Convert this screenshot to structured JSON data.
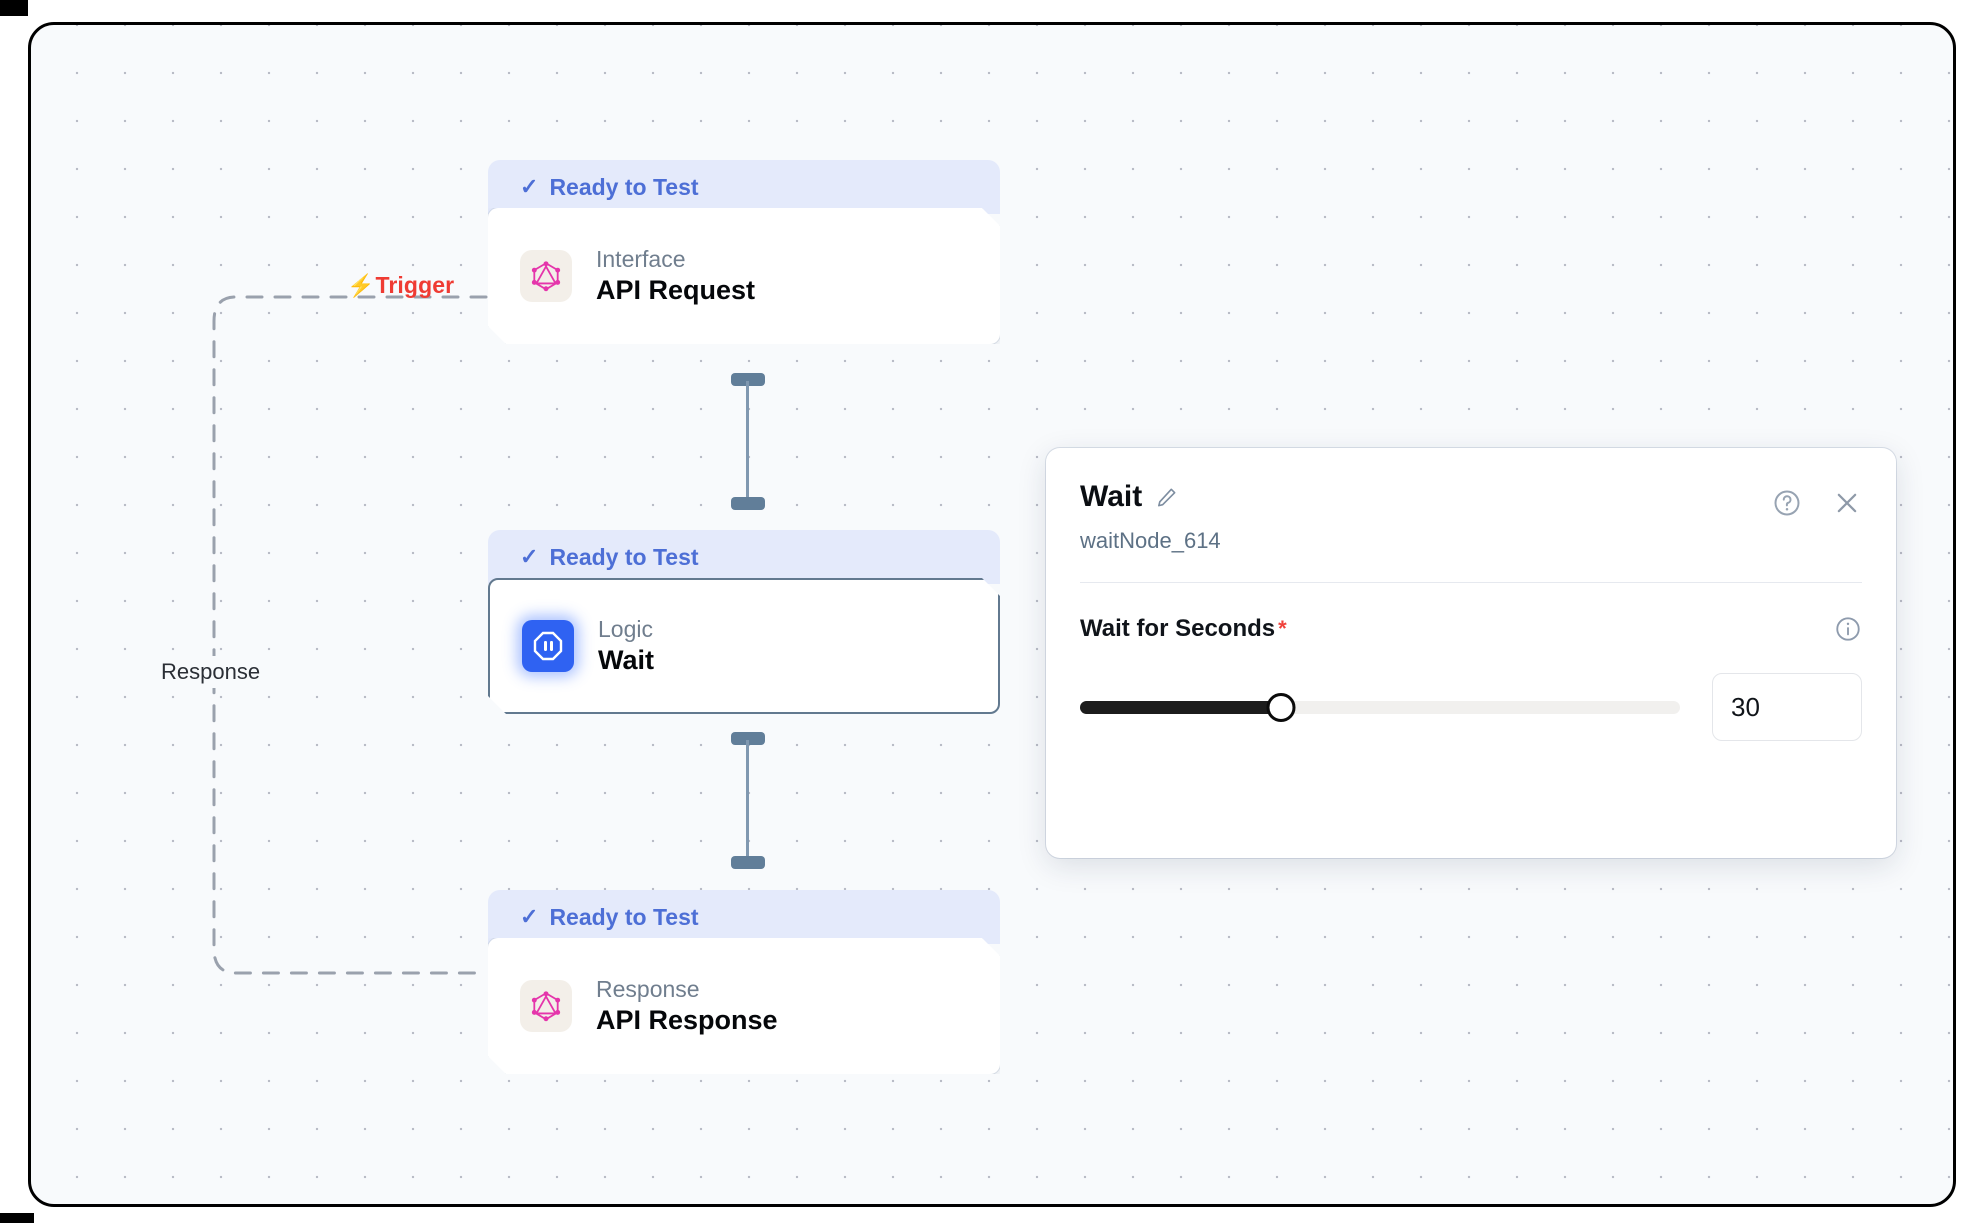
{
  "canvas": {
    "background_color": "#f8fafc",
    "grid": "dot-grid",
    "border_color": "#000000"
  },
  "edges": {
    "trigger_label": "Trigger",
    "trigger_icon": "lightning-bolt-icon",
    "trigger_color": "#ef3b33",
    "response_label": "Response",
    "dashed_color": "#9aa1ad"
  },
  "nodes": [
    {
      "status": "Ready to Test",
      "status_icon": "check-icon",
      "status_color": "#4d6fd6",
      "status_bg": "#e4eafb",
      "kind": "Interface",
      "title": "API Request",
      "icon": "graphql-icon",
      "icon_color": "#e535ab",
      "icon_bg": "#f3efe9",
      "selected": false
    },
    {
      "status": "Ready to Test",
      "status_icon": "check-icon",
      "status_color": "#4d6fd6",
      "status_bg": "#e4eafb",
      "kind": "Logic",
      "title": "Wait",
      "icon": "pause-octagon-icon",
      "icon_color": "#ffffff",
      "icon_bg": "#2f62f2",
      "selected": true
    },
    {
      "status": "Ready to Test",
      "status_icon": "check-icon",
      "status_color": "#4d6fd6",
      "status_bg": "#e4eafb",
      "kind": "Response",
      "title": "API Response",
      "icon": "graphql-icon",
      "icon_color": "#e535ab",
      "icon_bg": "#f3efe9",
      "selected": false
    }
  ],
  "panel": {
    "title": "Wait",
    "edit_icon": "pencil-icon",
    "subtitle": "waitNode_614",
    "help_icon": "help-circle-icon",
    "close_icon": "close-icon",
    "field": {
      "label": "Wait for Seconds",
      "required_marker": "*",
      "info_icon": "info-circle-icon",
      "value": "30",
      "slider_percent": 33.5,
      "slider_fill_color": "#1c1c1c",
      "slider_track_color": "#f1f0ee"
    }
  }
}
